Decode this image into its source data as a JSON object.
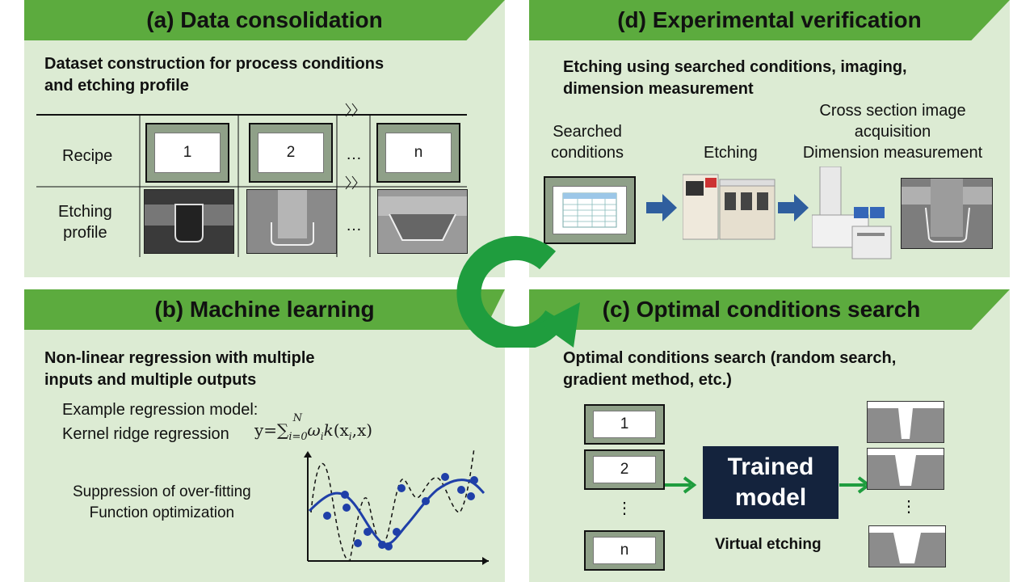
{
  "panel_a": {
    "title": "(a) Data consolidation",
    "subtitle_line1": "Dataset construction for process conditions",
    "subtitle_line2": "and etching profile",
    "row_recipe": "Recipe",
    "row_profile_line1": "Etching",
    "row_profile_line2": "profile",
    "recipes": [
      "1",
      "2",
      "n"
    ],
    "ellipsis": "…"
  },
  "panel_d": {
    "title": "(d) Experimental verification",
    "subtitle_line1": "Etching using searched conditions, imaging,",
    "subtitle_line2": "dimension measurement",
    "searched_line1": "Searched",
    "searched_line2": "conditions",
    "etching": "Etching",
    "cross_line1": "Cross section image",
    "cross_line2": "acquisition",
    "cross_line3": "Dimension measurement"
  },
  "panel_b": {
    "title": "(b) Machine learning",
    "subtitle_line1": "Non-linear regression with multiple",
    "subtitle_line2": "inputs and multiple outputs",
    "example": "Example regression model:",
    "kernel": "Kernel ridge regression",
    "suppression": "Suppression of over-fitting",
    "function_opt": "Function optimization"
  },
  "panel_c": {
    "title": "(c) Optimal conditions search",
    "subtitle_line1": "Optimal conditions search (random search,",
    "subtitle_line2": "gradient method, etc.)",
    "recipes": [
      "1",
      "2",
      "n"
    ],
    "model_line1": "Trained",
    "model_line2": "model",
    "virtual": "Virtual etching",
    "vellipsis": "⋮"
  },
  "colors": {
    "panel_bg": "#dcebd3",
    "header_green": "#5cab3e",
    "cycle_green": "#1f9d3e",
    "arrow_blue": "#2f5e9e",
    "model_navy": "#14233d"
  }
}
